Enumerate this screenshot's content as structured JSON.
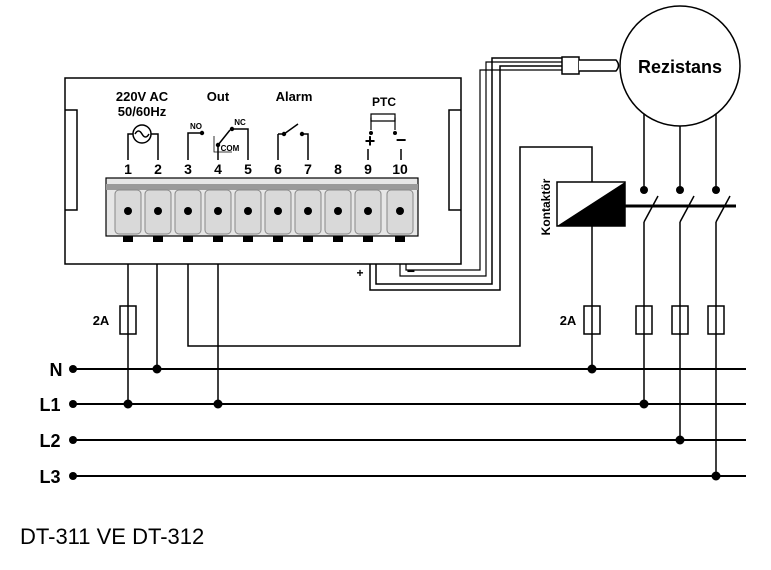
{
  "device": {
    "supply_label_line1": "220V AC",
    "supply_label_line2": "50/60Hz",
    "out_label": "Out",
    "alarm_label": "Alarm",
    "ptc_label": "PTC",
    "no_label": "NO",
    "nc_label": "NC",
    "com_label": "COM",
    "ptc_plus": "+",
    "ptc_minus": "−",
    "terminals": [
      "1",
      "2",
      "3",
      "4",
      "5",
      "6",
      "7",
      "8",
      "9",
      "10"
    ],
    "sensor_plus": "+",
    "sensor_minus": "−"
  },
  "heater": {
    "label": "Rezistans"
  },
  "contactor": {
    "label": "Kontaktör"
  },
  "fuses": {
    "left_label": "2A",
    "right_label": "2A"
  },
  "lines": [
    "N",
    "L1",
    "L2",
    "L3"
  ],
  "caption": "DT-311 VE DT-312"
}
